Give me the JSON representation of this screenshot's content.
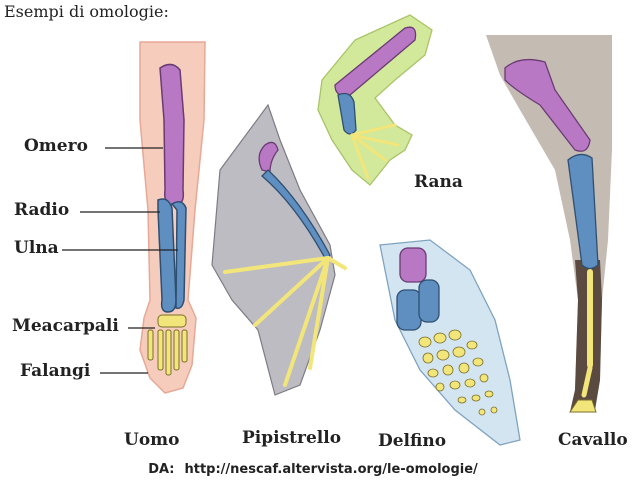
{
  "title": "Esempi di omologie:",
  "bone_labels": [
    "Omero",
    "Radio",
    "Ulna",
    "Meacarpali",
    "Falangi"
  ],
  "animal_labels": {
    "uomo": "Uomo",
    "pipistrello": "Pipistrello",
    "delfino": "Delfino",
    "cavallo": "Cavallo",
    "rana": "Rana"
  },
  "source": {
    "prefix": "DA:",
    "url": "http://nescaf.altervista.org/le-omologie/"
  },
  "colors": {
    "humerus": "#b978c4",
    "radius_ulna": "#5f8fc0",
    "phalanges": "#f2e57a",
    "human_skin": "#f6c9b9",
    "bat_wing": "#b3b3b9",
    "frog_skin": "#cde58f",
    "dolphin_fin": "#cfe2f0",
    "horse_leg": "#6b5a4e"
  }
}
